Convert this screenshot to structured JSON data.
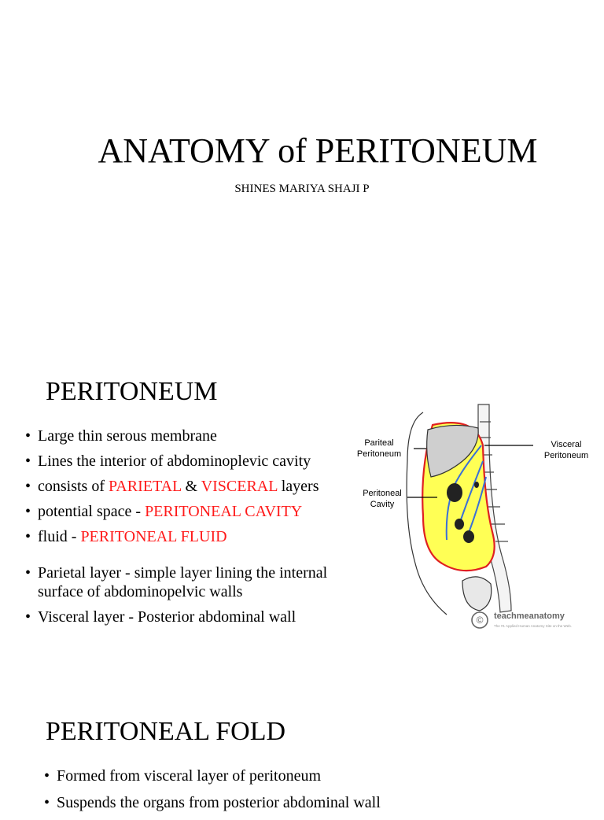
{
  "slide1": {
    "title": "ANATOMY of PERITONEUM",
    "subtitle": "SHINES MARIYA SHAJI P"
  },
  "slide2": {
    "heading": "PERITONEUM",
    "bullets": [
      {
        "text": "Large thin serous membrane"
      },
      {
        "text": "Lines the interior of abdominoplevic cavity"
      },
      {
        "pre": "consists of ",
        "red1": "PARIETAL",
        "mid": " & ",
        "red2": "VISCERAL",
        "post": " layers"
      },
      {
        "pre": "potential space - ",
        "red": "PERITONEAL CAVITY"
      },
      {
        "pre": "fluid - ",
        "red": "PERITONEAL FLUID"
      },
      {
        "text": "Parietal layer - simple layer lining the internal surface of abdominopelvic walls"
      },
      {
        "text": "Visceral layer - Posterior abdominal wall"
      }
    ],
    "figure": {
      "label_parietal_1": "Pariteal",
      "label_parietal_2": "Peritoneum",
      "label_visceral_1": "Visceral",
      "label_visceral_2": "Peritoneum",
      "label_cavity_1": "Peritoneal",
      "label_cavity_2": "Cavity",
      "brand": "teachmeanatomy",
      "brand_tagline": "The #1 Applied Human Anatomy Site on the Web.",
      "copyright_symbol": "©",
      "colors": {
        "cavity": "#ffff55",
        "parietal": "#e02020",
        "visceral": "#3a6fd8"
      }
    }
  },
  "slide3": {
    "heading": "PERITONEAL FOLD",
    "bullets": [
      {
        "text": "Formed from visceral layer of peritoneum"
      },
      {
        "text": "Suspends the organs from posterior abdominal wall"
      }
    ]
  }
}
